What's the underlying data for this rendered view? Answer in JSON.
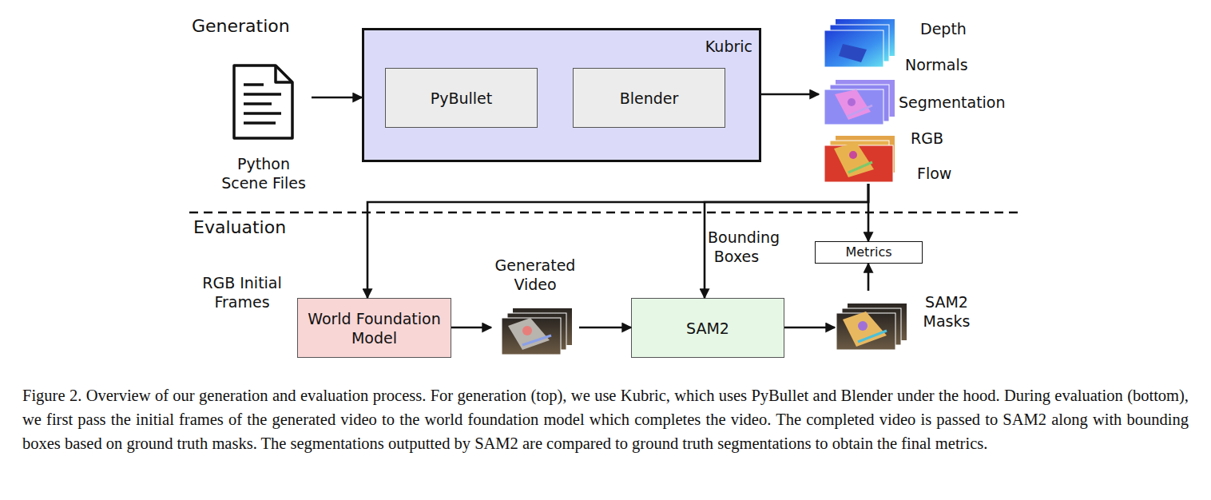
{
  "diagram": {
    "caption": "Figure 2. Overview of our generation and evaluation process. For generation (top), we use Kubric, which uses PyBullet and Blender under the hood. During evaluation (bottom), we first pass the initial frames of the generated video to the world foundation model which completes the video. The completed video is passed to SAM2 along with bounding boxes based on ground truth masks. The segmentations outputted by SAM2 are compared to ground truth segmentations to obtain the final metrics.",
    "nodes": [
      {
        "text": [
          "Python Scene Files"
        ]
      },
      {
        "text": [
          "Kubric"
        ]
      },
      {
        "text": [
          "PyBullet"
        ],
        "in": 1
      },
      {
        "text": [
          "Blender"
        ],
        "in": 1
      },
      {
        "text": [
          "Depth",
          "Normals",
          "Segmentation",
          "RGB",
          "Flow"
        ]
      },
      {
        "text": [
          "Metrics"
        ]
      },
      {
        "text": [
          "World Foundation Model"
        ]
      },
      {
        "text": [
          "Generated Video"
        ]
      },
      {
        "text": [
          "SAM2"
        ]
      },
      {
        "text": [
          "SAM2 Masks"
        ]
      }
    ],
    "edges": [
      {
        "from": 0,
        "to": 1,
        "arrow": "to"
      },
      {
        "from": 1,
        "to": 4,
        "arrow": "to"
      },
      {
        "from": 4,
        "to": 6,
        "label": "RGB Initial Frames",
        "arrow": "to"
      },
      {
        "from": 4,
        "to": 8,
        "label": "Bounding Boxes",
        "arrow": "to"
      },
      {
        "from": 4,
        "to": 5,
        "arrow": "to"
      },
      {
        "from": 6,
        "to": 7,
        "arrow": "to"
      },
      {
        "from": 7,
        "to": 8,
        "arrow": "to"
      },
      {
        "from": 8,
        "to": 9,
        "arrow": "to"
      },
      {
        "from": 9,
        "to": 5,
        "arrow": "to"
      }
    ],
    "labels": [
      "Generation",
      "Evaluation"
    ]
  }
}
